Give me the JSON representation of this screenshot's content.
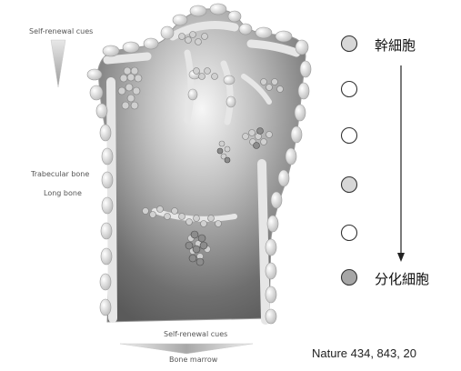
{
  "diagram": {
    "labels": {
      "self_renewal_top": "Self-renewal cues",
      "trabecular_bone": "Trabecular bone",
      "long_bone": "Long bone",
      "self_renewal_bottom": "Self-renewal cues",
      "bone_marrow": "Bone marrow"
    }
  },
  "legend": {
    "top_label": "幹細胞",
    "bottom_label": "分化細胞",
    "circle_fills": [
      "#d7d7d7",
      "#ffffff",
      "#ffffff",
      "#d7d7d7",
      "#ffffff",
      "#a6a6a6"
    ]
  },
  "citation": "Nature 434, 843, 20"
}
